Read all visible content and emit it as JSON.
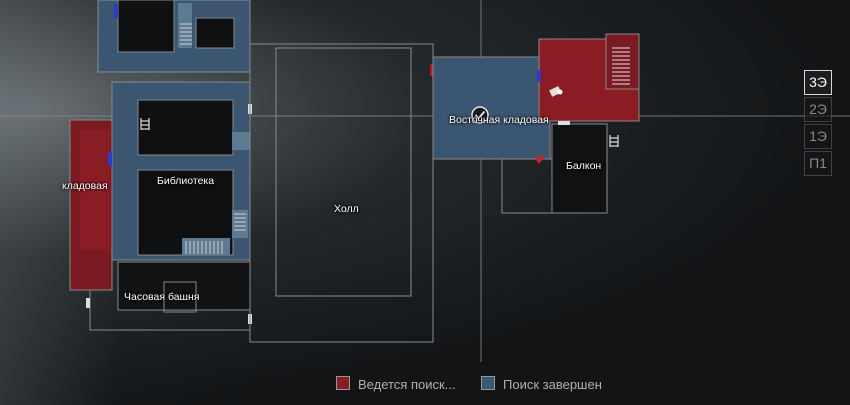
{
  "rooms": {
    "east_storage": "Восточная кладовая",
    "library": "Библиотека",
    "hall": "Холл",
    "balcony": "Балкон",
    "clock_tower": "Часовая башня",
    "storage_west": "кладовая"
  },
  "floors": [
    {
      "label": "3Э",
      "active": true
    },
    {
      "label": "2Э",
      "active": false
    },
    {
      "label": "1Э",
      "active": false
    },
    {
      "label": "П1",
      "active": false
    }
  ],
  "legend": {
    "searching": "Ведется поиск...",
    "searching_color": "#8a1c24",
    "done": "Поиск завершен",
    "done_color": "#3a5a73"
  },
  "icons": {
    "player": "player-marker-icon",
    "item": "item-icon",
    "ladder": "ladder-icon",
    "heart": "save-point-icon"
  }
}
